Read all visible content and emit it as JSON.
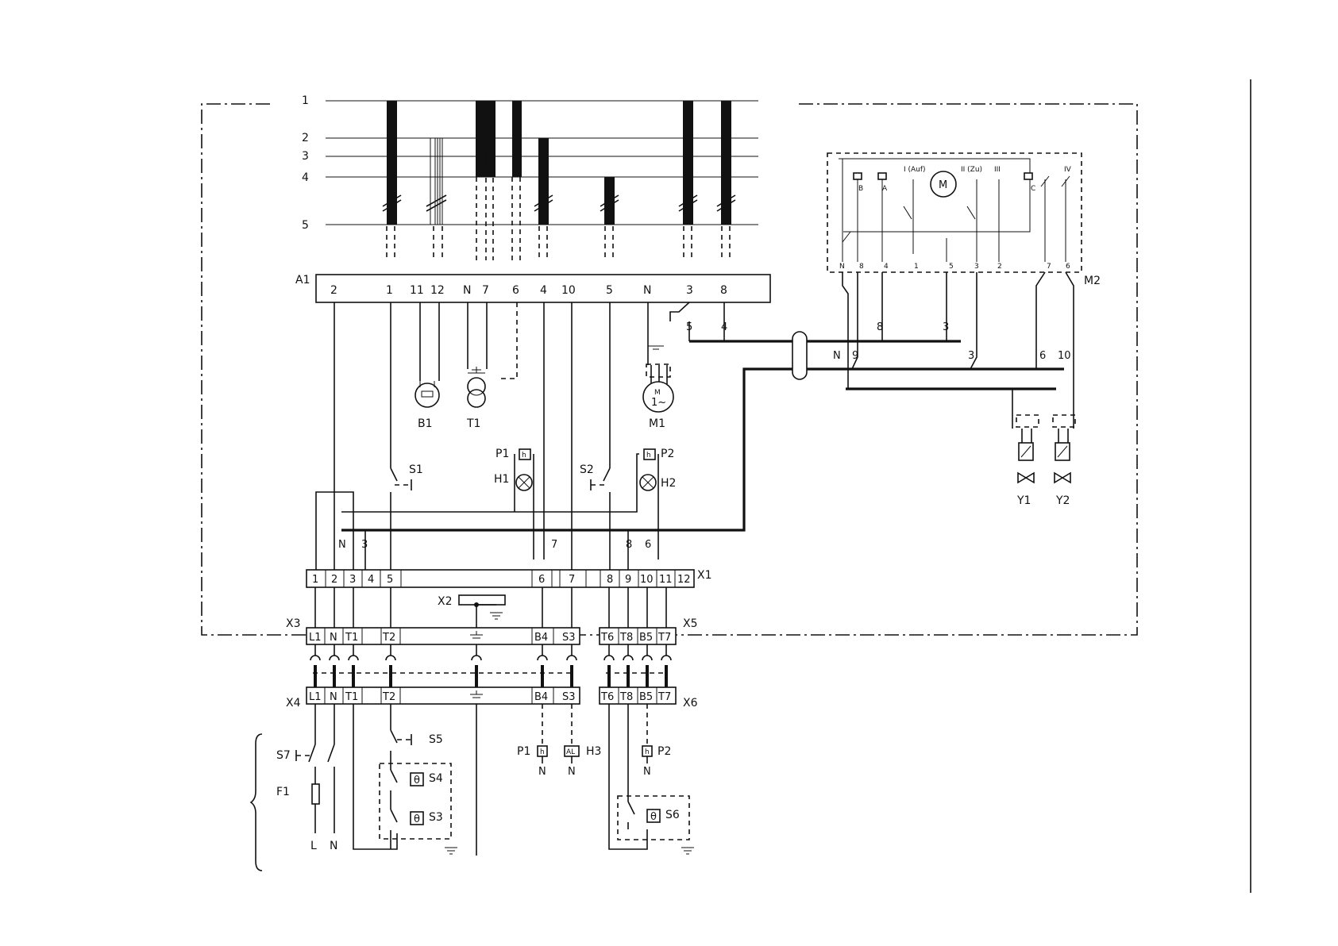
{
  "program_rows": [
    "1",
    "2",
    "3",
    "4",
    "5"
  ],
  "control_unit": {
    "id": "A1",
    "terminals": [
      "2",
      "1",
      "11",
      "12",
      "N",
      "7",
      "6",
      "4",
      "10",
      "5",
      "N",
      "3",
      "8"
    ]
  },
  "components": {
    "B1": "B1",
    "T1": "T1",
    "M1": "M1",
    "M1_symbol_top": "M",
    "M1_symbol_bottom": "1~",
    "M2": "M2",
    "S1": "S1",
    "S2": "S2",
    "P1": "P1",
    "P2": "P2",
    "H1": "H1",
    "H2": "H2",
    "Y1": "Y1",
    "Y2": "Y2",
    "X1": "X1",
    "X2": "X2",
    "X3": "X3",
    "X4": "X4",
    "X5": "X5",
    "X6": "X6",
    "S3": "S3",
    "S4": "S4",
    "S5": "S5",
    "S6": "S6",
    "S7": "S7",
    "F1": "F1",
    "H3": "H3",
    "H3_symbol": "AL"
  },
  "actuator_m2": {
    "switch_labels": [
      "I (Auf)",
      "II (Zu)",
      "III",
      "IV"
    ],
    "contact_labels": [
      "B",
      "A",
      "C"
    ],
    "motor_symbol": "M",
    "terminals": [
      "N",
      "8",
      "4",
      "1",
      "5",
      "3",
      "2",
      "7",
      "6"
    ]
  },
  "cable_labels": {
    "a1_out": [
      "5",
      "4"
    ],
    "upper_bus": [
      "8",
      "3"
    ],
    "lower_bus": [
      "N",
      "9",
      "3",
      "6",
      "10"
    ],
    "x1_top": [
      "N",
      "3",
      "7",
      "8",
      "6"
    ]
  },
  "terminal_strip_x1": [
    "1",
    "2",
    "3",
    "4",
    "5",
    "6",
    "7",
    "8",
    "9",
    "10",
    "11",
    "12"
  ],
  "plug_x3": [
    "L1",
    "N",
    "T1",
    "T2",
    "B4",
    "S3"
  ],
  "plug_x5": [
    "T6",
    "T8",
    "B5",
    "T7"
  ],
  "plug_x4": [
    "L1",
    "N",
    "T1",
    "T2",
    "B4",
    "S3"
  ],
  "plug_x6": [
    "T6",
    "T8",
    "B5",
    "T7"
  ],
  "bottom_labels": {
    "p1_n": "N",
    "h3_n": "N",
    "p2_n": "N",
    "L": "L",
    "N": "N"
  },
  "thermostat_symbol": "θ"
}
